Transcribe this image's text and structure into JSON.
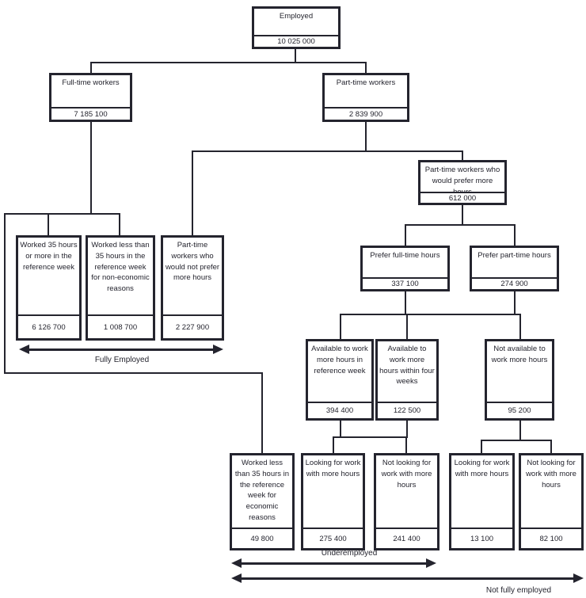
{
  "nodes": {
    "employed": {
      "label": "Employed",
      "value": "10 025 000"
    },
    "full_time": {
      "label": "Full-time workers",
      "value": "7 185 100"
    },
    "part_time": {
      "label": "Part-time workers",
      "value": "2 839 900"
    },
    "worked_35_or_more": {
      "label": "Worked 35 hours or more in the reference week",
      "value": "6 126 700"
    },
    "worked_less_non_economic": {
      "label": "Worked less than 35 hours in the reference week for non-economic reasons",
      "value": "1 008 700"
    },
    "pt_would_not_prefer": {
      "label": "Part-time workers who would not prefer more hours",
      "value": "2 227 900"
    },
    "pt_would_prefer": {
      "label": "Part-time workers who would prefer more hours",
      "value": "612 000"
    },
    "prefer_full_time": {
      "label": "Prefer full-time hours",
      "value": "337 100"
    },
    "prefer_part_time": {
      "label": "Prefer part-time hours",
      "value": "274 900"
    },
    "available_ref_week": {
      "label": "Available to work more hours in reference week",
      "value": "394 400"
    },
    "available_four_weeks": {
      "label": "Available to work more hours within four weeks",
      "value": "122 500"
    },
    "not_available": {
      "label": "Not available to work more hours",
      "value": "95 200"
    },
    "worked_less_economic": {
      "label": "Worked less than 35 hours in the reference week for economic reasons",
      "value": "49 800"
    },
    "looking_avail": {
      "label": "Looking for work with more hours",
      "value": "275 400"
    },
    "not_looking_avail": {
      "label": "Not looking for work with more hours",
      "value": "241 400"
    },
    "looking_not_avail": {
      "label": "Looking for work with more hours",
      "value": "13 100"
    },
    "not_looking_not_avail": {
      "label": "Not looking for work with more hours",
      "value": "82 100"
    }
  },
  "annotations": {
    "fully_employed": "Fully Employed",
    "underemployed": "Underemployed",
    "not_fully_employed": "Not fully employed"
  },
  "colors": {
    "ink": "#24242e",
    "background": "#ffffff"
  }
}
